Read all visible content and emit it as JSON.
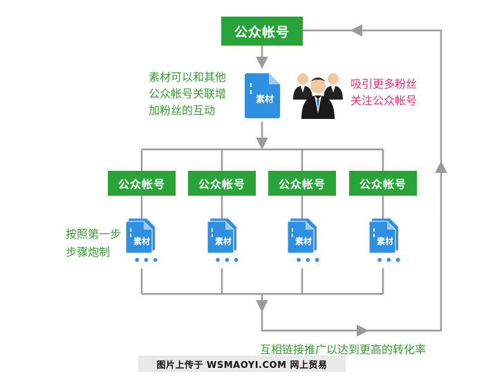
{
  "top_account": {
    "label": "公众帐号"
  },
  "sub_accounts": [
    {
      "label": "公众帐号"
    },
    {
      "label": "公众帐号"
    },
    {
      "label": "公众帐号"
    },
    {
      "label": "公众帐号"
    }
  ],
  "material_label": "素材",
  "notes": {
    "material_link": [
      "素材可以和其他",
      "公众帐号关联增",
      "加粉丝的互动"
    ],
    "attract_fans": [
      "吸引更多粉丝",
      "关注公众帐号"
    ],
    "step_by_step": [
      "按照第一步",
      "步骤炮制"
    ],
    "conversion": "互相链接推广以达到更高的转化率"
  },
  "ellipsis": "•••",
  "icons": {
    "document": "document-icon",
    "users": "users-group-icon"
  },
  "colors": {
    "green_box": "#2aa33a",
    "green_text": "#3a9a34",
    "pink_text": "#e62f78",
    "doc_blue": "#2f8fe0",
    "line_gray": "#9a9a9a"
  },
  "watermark": "图片上传于 WSMAOYI.COM 网上贸易"
}
